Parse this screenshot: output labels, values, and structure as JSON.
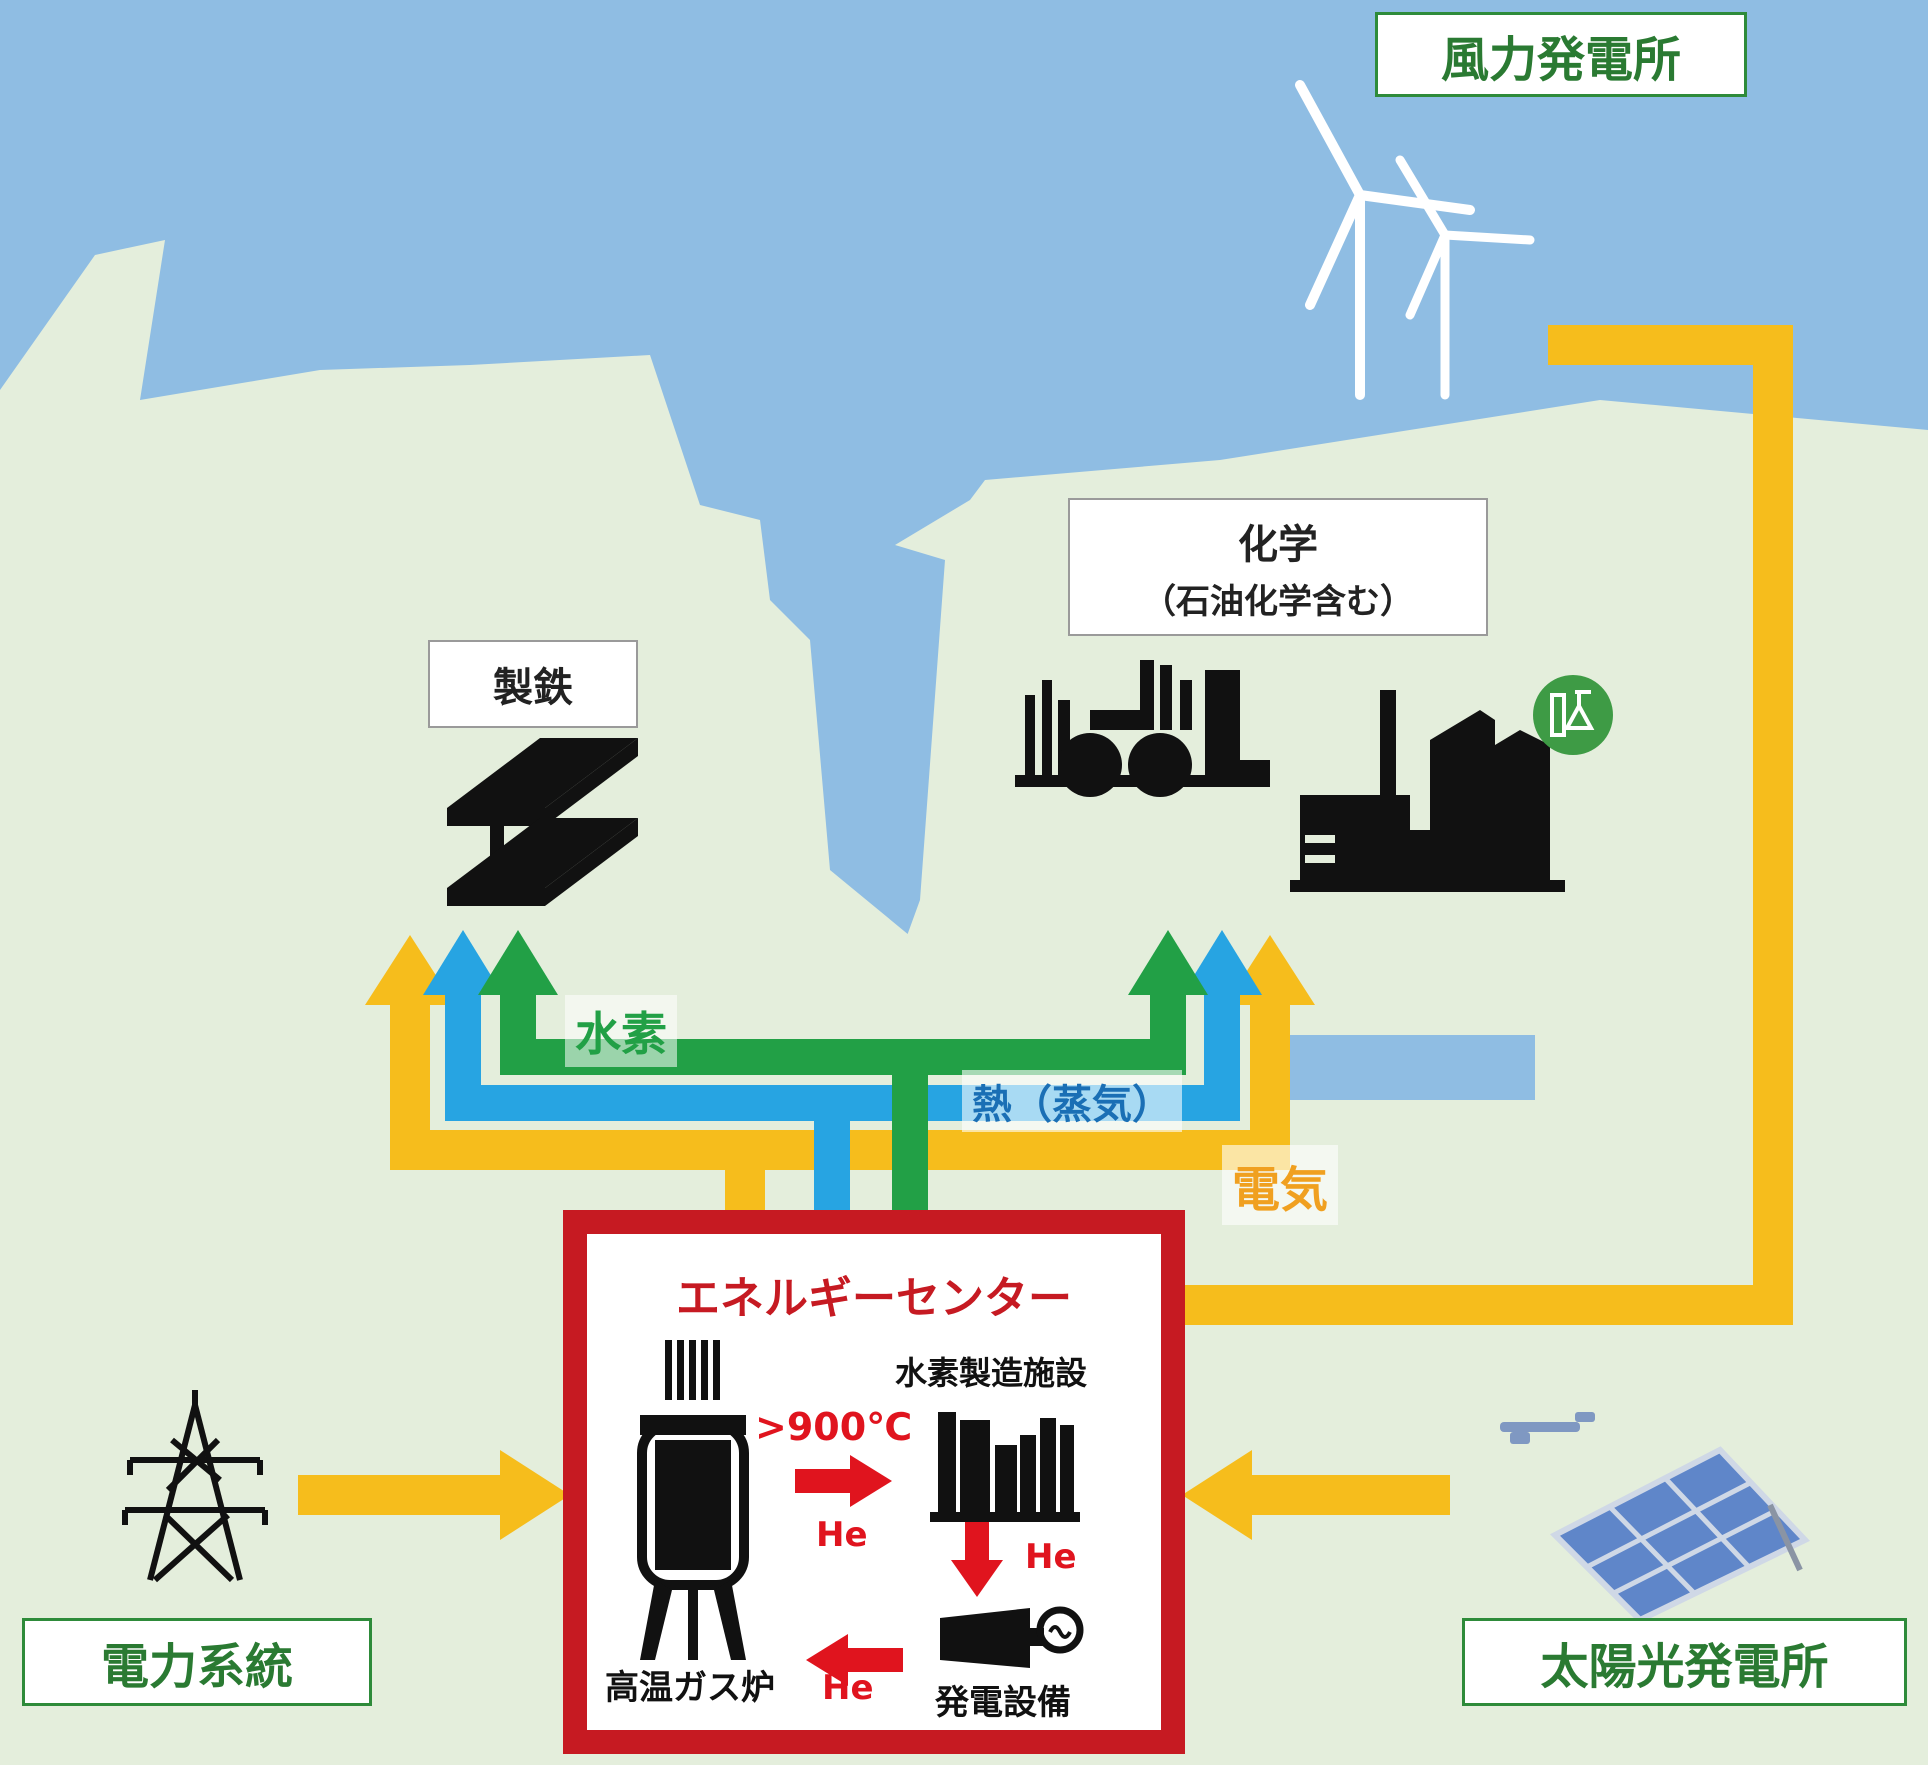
{
  "sources": {
    "wind": "風力発電所",
    "grid": "電力系統",
    "solar": "太陽光発電所"
  },
  "industries": {
    "steel": "製鉄",
    "chemical_title": "化学",
    "chemical_subtitle": "（石油化学含む）"
  },
  "flows": {
    "hydrogen": "水素",
    "heat": "熱（蒸気）",
    "electricity": "電気"
  },
  "energy_center": {
    "title": "エネルギーセンター",
    "h2_plant": "水素製造施設",
    "temperature": ">900℃",
    "helium_1": "He",
    "helium_2": "He",
    "helium_3": "He",
    "generator": "発電設備",
    "reactor": "高温ガス炉"
  },
  "colors": {
    "sea": "#8fbde3",
    "land": "#e4eedc",
    "electricity": "#f6bd1c",
    "heat": "#27a4e2",
    "hydrogen": "#22a046",
    "center_border": "#c61a22",
    "box_border_green": "#2e8b3a"
  },
  "icons": [
    "wind-turbine-icon",
    "steel-beam-icon",
    "refinery-icon",
    "chemical-plant-icon",
    "flask-badge-icon",
    "transmission-tower-icon",
    "solar-panel-icon",
    "reactor-icon",
    "hydrogen-plant-icon",
    "generator-icon"
  ]
}
